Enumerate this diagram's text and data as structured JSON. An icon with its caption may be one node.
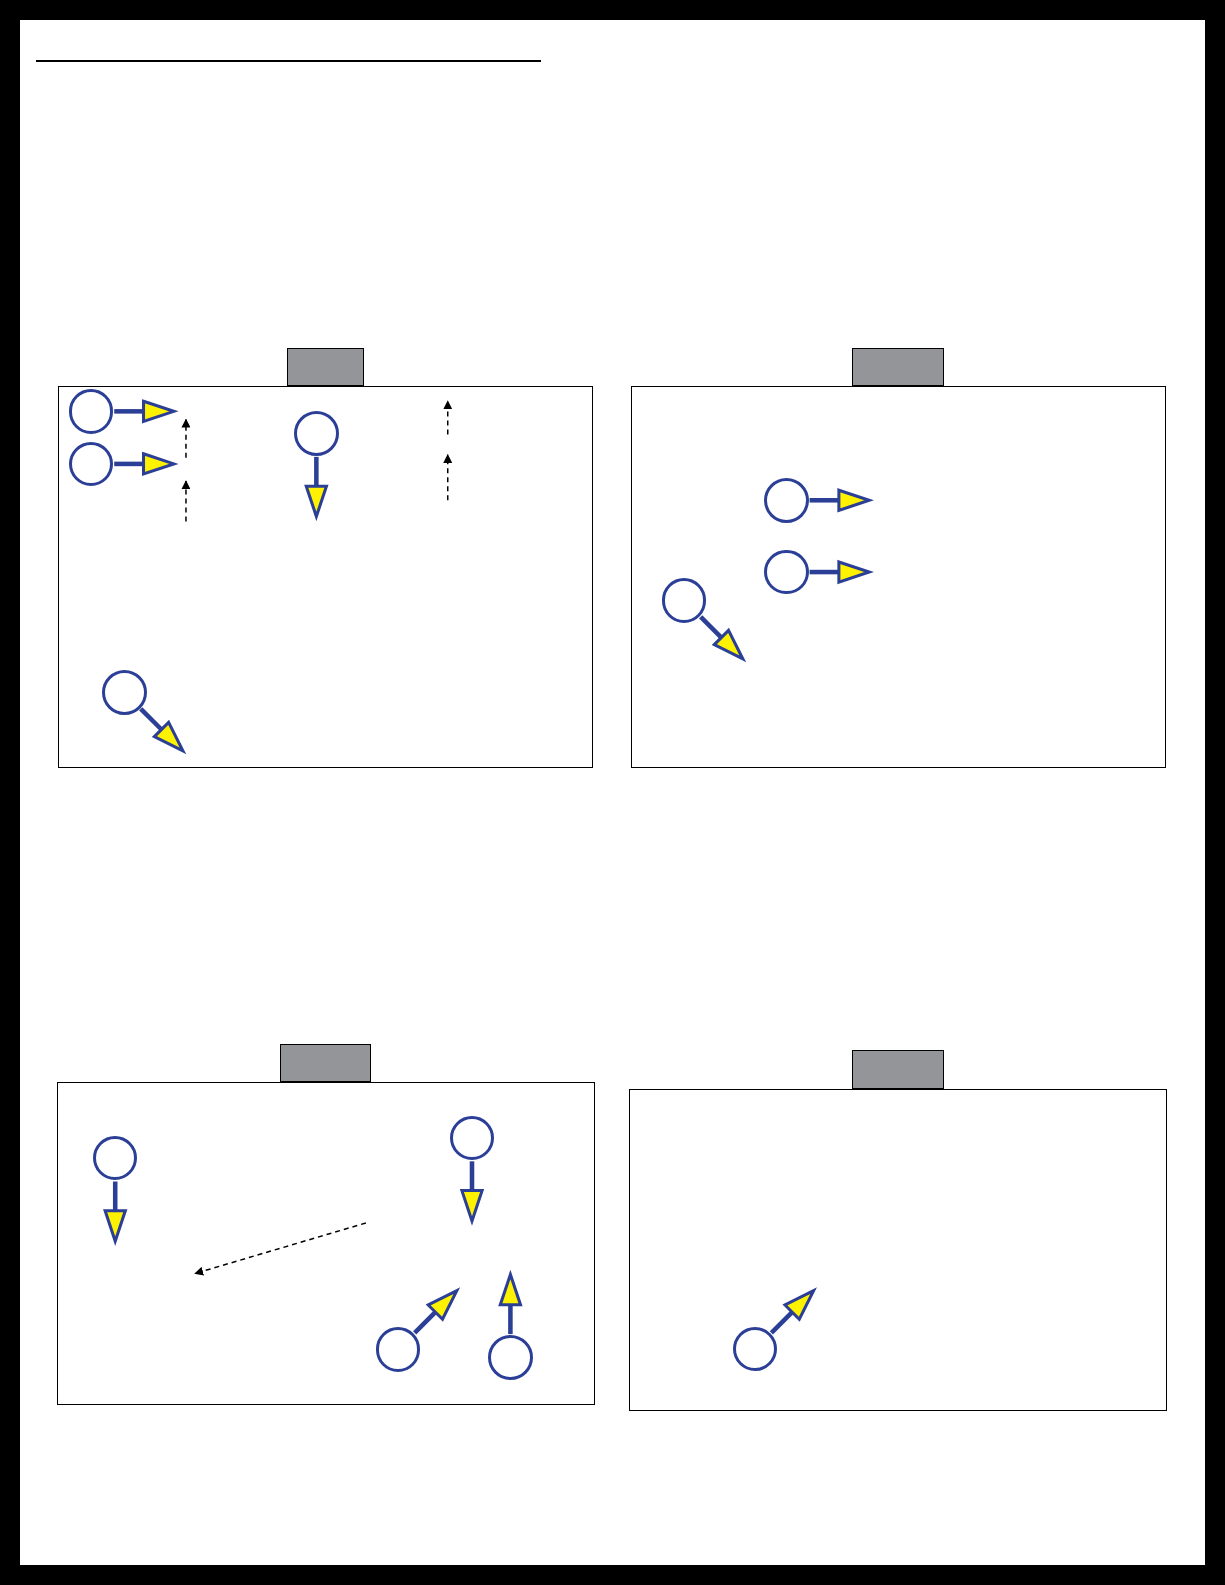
{
  "diagram": {
    "nodes": [
      {
        "text": [],
        "shape": "box"
      },
      {
        "text": [],
        "shape": "box"
      },
      {
        "text": [],
        "shape": "circle",
        "in": 1
      },
      {
        "text": [],
        "shape": "circle",
        "in": 1
      },
      {
        "text": [],
        "shape": "circle",
        "in": 1
      },
      {
        "text": [],
        "shape": "circle",
        "in": 1
      },
      {
        "text": [],
        "shape": "box"
      },
      {
        "text": [],
        "shape": "box"
      },
      {
        "text": [],
        "shape": "circle",
        "in": 7
      },
      {
        "text": [],
        "shape": "circle",
        "in": 7
      },
      {
        "text": [],
        "shape": "circle",
        "in": 7
      },
      {
        "text": [],
        "shape": "box"
      },
      {
        "text": [],
        "shape": "box"
      },
      {
        "text": [],
        "shape": "circle",
        "in": 12
      },
      {
        "text": [],
        "shape": "circle",
        "in": 12
      },
      {
        "text": [],
        "shape": "circle",
        "in": 12
      },
      {
        "text": [],
        "shape": "circle",
        "in": 12
      },
      {
        "text": [],
        "shape": "box"
      },
      {
        "text": [],
        "shape": "box"
      },
      {
        "text": [],
        "shape": "circle",
        "in": 18
      }
    ]
  }
}
